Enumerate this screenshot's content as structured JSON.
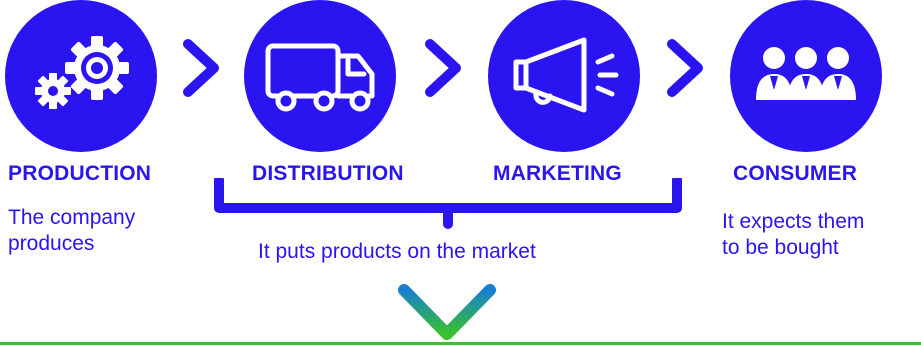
{
  "stages": [
    {
      "label": "PRODUCTION",
      "description_lines": [
        "The company",
        "produces"
      ],
      "icon": "gears-icon"
    },
    {
      "label": "DISTRIBUTION",
      "icon": "truck-icon"
    },
    {
      "label": "MARKETING",
      "icon": "megaphone-icon"
    },
    {
      "label": "CONSUMER",
      "description_lines": [
        "It expects them",
        "to be bought"
      ],
      "icon": "people-icon"
    }
  ],
  "shared_description": "It puts products on the market",
  "colors": {
    "primary": "#2a15f0",
    "green": "#38c12c",
    "gradient_end": "#1a7fd0",
    "background": "#ffffff"
  }
}
